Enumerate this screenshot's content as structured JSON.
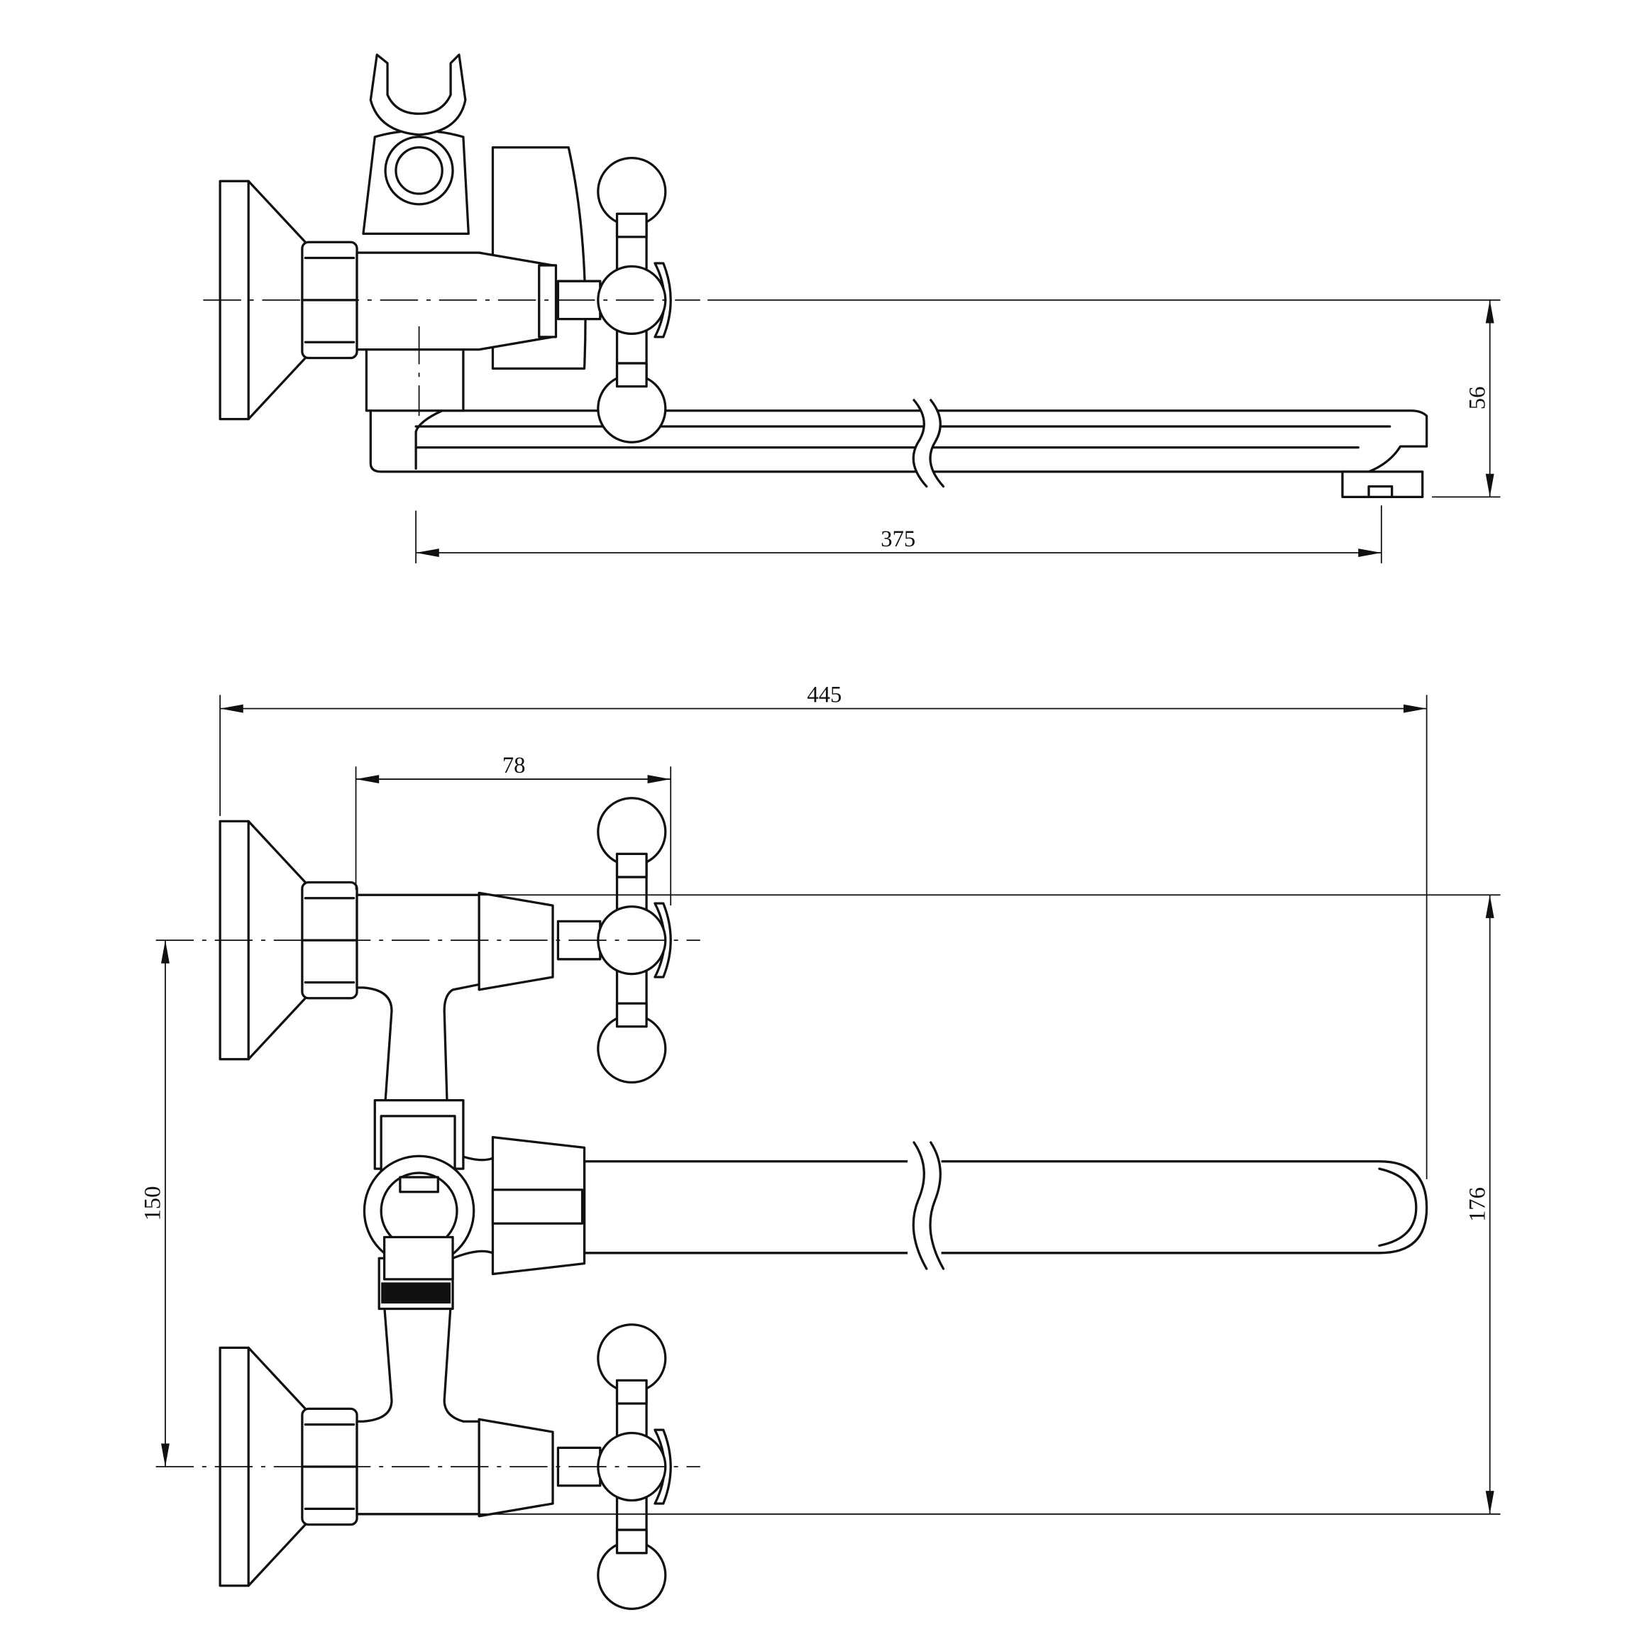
{
  "drawing": {
    "side_view": {
      "dimensions": {
        "spout_length": "375",
        "spout_height": "56"
      }
    },
    "front_view": {
      "dimensions": {
        "overall_length": "445",
        "body_to_handle": "78",
        "inlet_spacing": "150",
        "overall_height": "176"
      }
    }
  }
}
